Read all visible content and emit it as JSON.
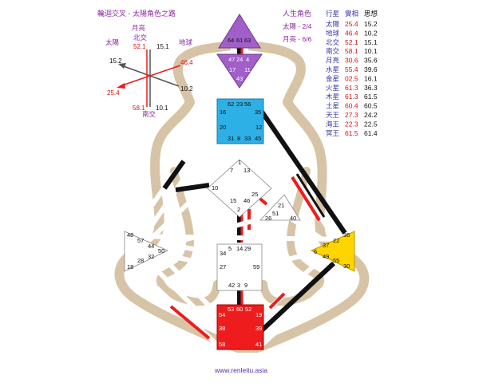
{
  "header": {
    "title": "輪迴交叉 - 太陽角色之路",
    "profile_label": "人生角色",
    "sun_profile": "太陽 - 2/4",
    "moon_profile": "月亮 -  6/6"
  },
  "compass": {
    "moon": "月亮",
    "north_node": "北交",
    "sun": "太陽",
    "earth": "地球",
    "south_node": "南交",
    "v_north_red": "52.1",
    "v_north_black": "15.1",
    "v_left_black": "15.2",
    "v_earth_red": "46.4",
    "v_sun_red": "25.4",
    "v_right_black": "10.2",
    "v_south_red": "58.1",
    "v_south_black": "10.1"
  },
  "planets_table": {
    "headers": [
      "行星",
      "實相",
      "思想"
    ],
    "rows": [
      {
        "planet": "太陽",
        "design": "25.4",
        "personality": "15.2"
      },
      {
        "planet": "地球",
        "design": "46.4",
        "personality": "10.2"
      },
      {
        "planet": "北交",
        "design": "52.1",
        "personality": "15.1"
      },
      {
        "planet": "南交",
        "design": "58.1",
        "personality": "10.1"
      },
      {
        "planet": "月亮",
        "design": "30.6",
        "personality": "35.6"
      },
      {
        "planet": "水星",
        "design": "55.4",
        "personality": "39.6"
      },
      {
        "planet": "金星",
        "design": "02.5",
        "personality": "16.1"
      },
      {
        "planet": "火星",
        "design": "61.3",
        "personality": "36.3"
      },
      {
        "planet": "木星",
        "design": "61.3",
        "personality": "61.5"
      },
      {
        "planet": "土星",
        "design": "60.4",
        "personality": "60.5"
      },
      {
        "planet": "天王",
        "design": "27.3",
        "personality": "24.2"
      },
      {
        "planet": "海王",
        "design": "22.3",
        "personality": "22.5"
      },
      {
        "planet": "冥王",
        "design": "61.5",
        "personality": "61.4"
      }
    ]
  },
  "gates": {
    "head": [
      "64",
      "61",
      "63"
    ],
    "ajna": [
      "47",
      "24",
      "4",
      "17",
      "11",
      "43"
    ],
    "throat": [
      "62",
      "23",
      "56",
      "16",
      "35",
      "20",
      "12",
      "31",
      "8",
      "33",
      "45"
    ],
    "g": [
      "1",
      "7",
      "13",
      "10",
      "15",
      "46",
      "25",
      "2"
    ],
    "heart": [
      "21",
      "51",
      "26",
      "40"
    ],
    "spleen": [
      "48",
      "57",
      "44",
      "50",
      "32",
      "28",
      "18"
    ],
    "sacral": [
      "5",
      "14",
      "29",
      "34",
      "27",
      "59",
      "42",
      "3",
      "9"
    ],
    "solar_plexus": [
      "36",
      "37",
      "22",
      "6",
      "49",
      "55",
      "30"
    ],
    "root": [
      "53",
      "60",
      "52",
      "54",
      "19",
      "38",
      "39",
      "58",
      "41"
    ]
  },
  "footer": {
    "url": "www.renleitu.asia"
  },
  "colors": {
    "bg": "#ffffff",
    "body_silhouette": "#d7c4a6",
    "head": "#a25fca",
    "ajna": "#a25fca",
    "throat": "#2db0e6",
    "solar_plexus": "#ffd500",
    "root": "#ee1c1c",
    "title_text": "#8a2a9e",
    "table_header": "#3a3aa8",
    "design_red": "#dd1111",
    "channel_white": "#ffffff",
    "channel_black": "#111111",
    "channel_red": "#ee1c1c"
  }
}
